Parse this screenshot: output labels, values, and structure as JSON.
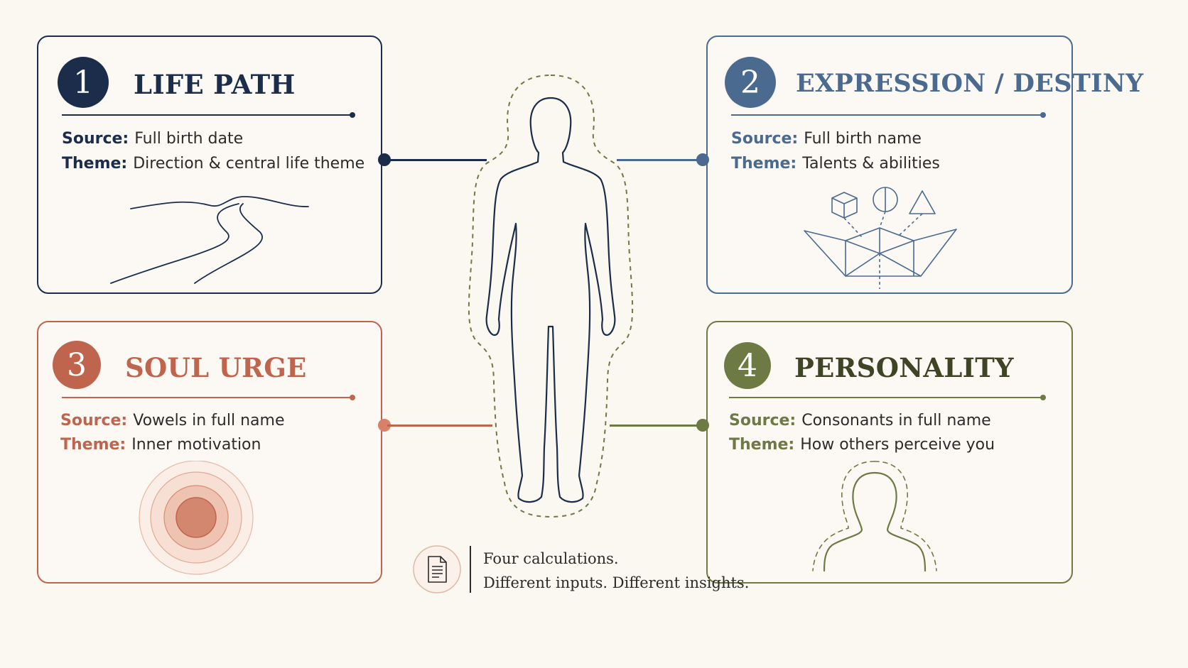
{
  "colors": {
    "navy": "#1b2d4a",
    "blue": "#4a6a8f",
    "terracotta": "#c0654d",
    "olive": "#6d7a44",
    "background": "#fbf7f1"
  },
  "cards": [
    {
      "number": "1",
      "title": "LIFE PATH",
      "source_label": "Source:",
      "source": "Full birth date",
      "theme_label": "Theme:",
      "theme": "Direction & central life theme",
      "icon": "winding-path-icon"
    },
    {
      "number": "2",
      "title": "EXPRESSION / DESTINY",
      "source_label": "Source:",
      "source": "Full birth name",
      "theme_label": "Theme:",
      "theme": "Talents & abilities",
      "icon": "geometric-shapes-icon"
    },
    {
      "number": "3",
      "title": "SOUL URGE",
      "source_label": "Source:",
      "source": "Vowels in full name",
      "theme_label": "Theme:",
      "theme": "Inner motivation",
      "icon": "concentric-circles-icon"
    },
    {
      "number": "4",
      "title": "PERSONALITY",
      "source_label": "Source:",
      "source": "Consonants in full name",
      "theme_label": "Theme:",
      "theme": "How others perceive you",
      "icon": "person-bust-icon"
    }
  ],
  "center": {
    "icon": "human-silhouette-icon"
  },
  "footer": {
    "icon": "document-icon",
    "line1": "Four calculations.",
    "line2": "Different inputs. Different insights."
  }
}
